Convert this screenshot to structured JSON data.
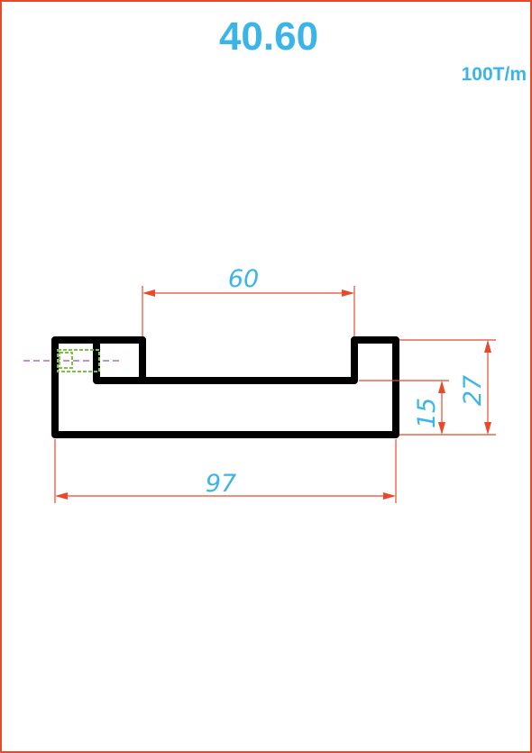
{
  "drawing": {
    "title": "40.60",
    "subtitle": "100T/m",
    "dimensions": {
      "top_width": "60",
      "overall_width": "97",
      "inner_height": "15",
      "overall_height": "27"
    },
    "colors": {
      "frame": "#e8492b",
      "text": "#3bb5e8",
      "profile": "#000000",
      "centerline": "#a64ca6",
      "marker": "#7cc242"
    }
  }
}
